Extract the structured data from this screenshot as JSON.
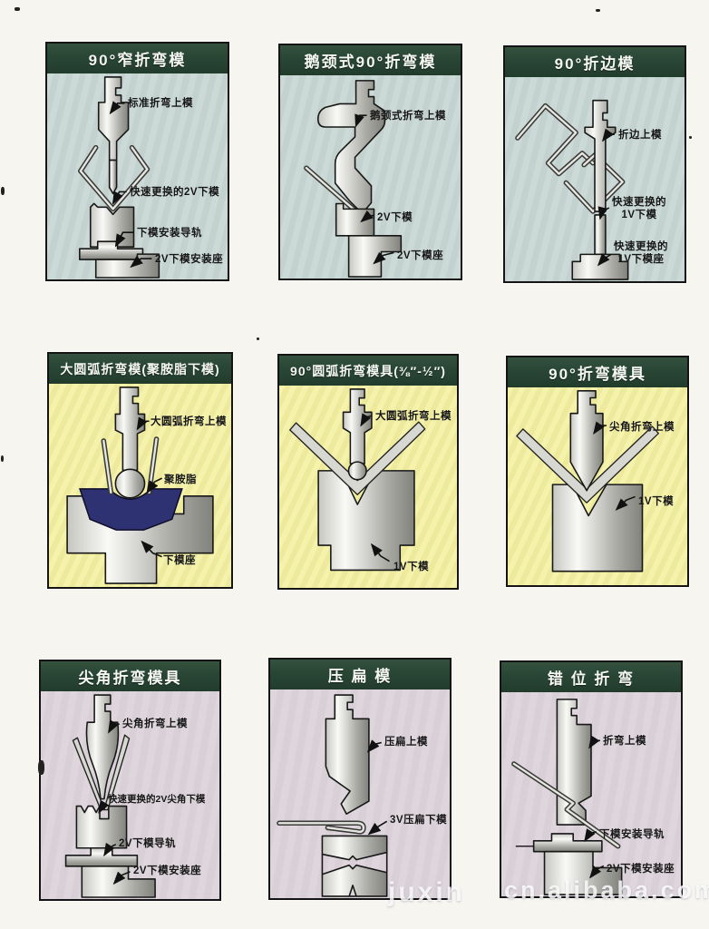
{
  "page": {
    "watermark_left": "juxin",
    "watermark_right": "cn.alibaba.com"
  },
  "colors": {
    "header_green": "#2a4736",
    "row1_bg": "#c7d6d3",
    "row2_bg": "#f2efa5",
    "row3_bg": "#dbd3d9",
    "polyurethane_blue": "#2e3273",
    "panel_border": "#141414"
  },
  "panels": [
    {
      "title": "90°窄折弯模",
      "labels": [
        {
          "text": "标准折弯上模"
        },
        {
          "text": "快速更换的2V下模"
        },
        {
          "text": "下模安装导轨"
        },
        {
          "text": "2V下模安装座"
        }
      ]
    },
    {
      "title": "鹅颈式90°折弯模",
      "labels": [
        {
          "text": "鹅颈式折弯上模"
        },
        {
          "text": "2V下模"
        },
        {
          "text": "2V下模座"
        }
      ]
    },
    {
      "title": "90°折边模",
      "labels": [
        {
          "text": "折边上模"
        },
        {
          "text": "快速更换的\n1V下模"
        },
        {
          "text": "快速更换的\n1V下模座"
        }
      ]
    },
    {
      "title": "大圆弧折弯模(聚胺脂下模)",
      "labels": [
        {
          "text": "大圆弧折弯上模"
        },
        {
          "text": "聚胺脂"
        },
        {
          "text": "下模座"
        }
      ]
    },
    {
      "title": "90°圆弧折弯模具(⅜″-½″)",
      "labels": [
        {
          "text": "大圆弧折弯上模"
        },
        {
          "text": "1V下模"
        }
      ]
    },
    {
      "title": "90°折弯模具",
      "labels": [
        {
          "text": "尖角折弯上模"
        },
        {
          "text": "1V下模"
        }
      ]
    },
    {
      "title": "尖角折弯模具",
      "labels": [
        {
          "text": "尖角折弯上模"
        },
        {
          "text": "快速更换的2V尖角下模"
        },
        {
          "text": "2V下模导轨"
        },
        {
          "text": "2V下模安装座"
        }
      ]
    },
    {
      "title": "压 扁 模",
      "labels": [
        {
          "text": "压扁上模"
        },
        {
          "text": "3V压扁下模"
        }
      ]
    },
    {
      "title": "错 位 折 弯",
      "labels": [
        {
          "text": "折弯上模"
        },
        {
          "text": "下模安装导轨"
        },
        {
          "text": "2V下模安装座"
        }
      ]
    }
  ]
}
